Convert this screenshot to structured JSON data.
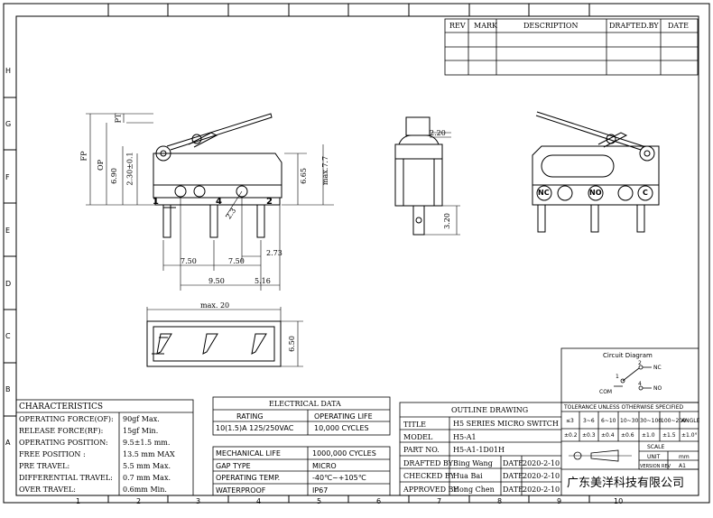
{
  "revision_table": {
    "headers": [
      "REV",
      "MARK",
      "DESCRIPTION",
      "DRAFTED.BY",
      "DATE"
    ]
  },
  "grid": {
    "columns": [
      "1",
      "2",
      "3",
      "4",
      "5",
      "6",
      "7",
      "8",
      "9",
      "10"
    ],
    "rows": [
      "H",
      "G",
      "F",
      "E",
      "D",
      "C",
      "B",
      "A"
    ]
  },
  "dimensions": {
    "pt": "PT",
    "fp": "FP",
    "op": "OP",
    "h690": "6.90",
    "h230": "2.30±0.1",
    "h665": "6.65",
    "max77": "max.7.7",
    "w750a": "7.50",
    "w750b": "7.50",
    "w273": "2.73",
    "w950": "9.50",
    "w516": "5.16",
    "r23": "2.3",
    "side220": "2.20",
    "side320": "3.20",
    "max20": "max. 20",
    "h650": "6.50"
  },
  "terminals": {
    "t1": "1",
    "t4": "4",
    "t2": "2",
    "nc": "NC",
    "no": "NO",
    "c": "C"
  },
  "characteristics": {
    "title": "CHARACTERISTICS",
    "rows": [
      {
        "label": "OPERATING FORCE(OF):",
        "value": "90gf Max."
      },
      {
        "label": "RELEASE FORCE(RF):",
        "value": "15gf Min."
      },
      {
        "label": "OPERATING POSITION:",
        "value": "9.5±1.5 mm."
      },
      {
        "label": "FREE POSITION :",
        "value": "13.5 mm MAX"
      },
      {
        "label": "PRE TRAVEL:",
        "value": "5.5 mm Max."
      },
      {
        "label": "DIFFERENTIAL TRAVEL:",
        "value": "0.7 mm Max."
      },
      {
        "label": "OVER TRAVEL:",
        "value": "0.6mm Min."
      }
    ]
  },
  "electrical": {
    "title": "ELECTRICAL DATA",
    "headers": [
      "RATING",
      "OPERATING LIFE"
    ],
    "values": [
      "10(1.5)A 125/250VAC",
      "10,000 CYCLES"
    ],
    "rows": [
      {
        "label": "MECHANICAL LIFE",
        "value": "1000,000 CYCLES"
      },
      {
        "label": "GAP TYPE",
        "value": "MICRO"
      },
      {
        "label": "OPERATING TEMP.",
        "value": "-40℃~+105℃"
      },
      {
        "label": "WATERPROOF",
        "value": "IP67"
      }
    ]
  },
  "title_block": {
    "outline": "OUTLINE DRAWING",
    "title_label": "TITLE",
    "title_value": "H5 SERIES MICRO SWITCH",
    "model_label": "MODEL",
    "model_value": "H5-A1",
    "part_label": "PART NO.",
    "part_value": "H5-A1-1D01H",
    "drafted_label": "DRAFTED BY",
    "drafted_name": "Bing Wang",
    "checked_label": "CHECKED BY",
    "checked_name": "Hua Bai",
    "approved_label": "APPROVED BY",
    "approved_name": "Hong Chen",
    "date_label": "DATE",
    "date_value": "2020-2-10",
    "company": "广东美洋科技有限公司"
  },
  "circuit": {
    "title": "Circuit Diagram",
    "com": "COM",
    "nc": "NC",
    "no": "NO",
    "n1": "1",
    "n2": "2",
    "n4": "4"
  },
  "tolerance": {
    "title": "TOLERANCE UNLESS OTHERWISE SPECIFIED",
    "ranges": [
      "≤3",
      "3~6",
      "6~10",
      "10~30",
      "30~100",
      "100~200",
      "ANGLE"
    ],
    "values": [
      "±0.2",
      "±0.3",
      "±0.4",
      "±0.6",
      "±1.0",
      "±1.5",
      "±1.0°"
    ],
    "scale_label": "SCALE",
    "unit_label": "UNIT",
    "unit_value": "mm",
    "version_label": "VERSION REV",
    "version_value": "A1"
  }
}
